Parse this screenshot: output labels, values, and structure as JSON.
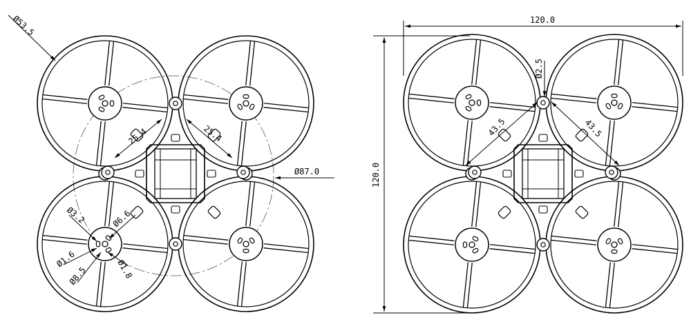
{
  "left_view": {
    "dim_prop_guard": "Ø53.5",
    "dim_frame_circle": "Ø87.0",
    "dim_arm_left": "25.4",
    "dim_arm_right": "25.4",
    "dim_d32": "Ø3.2",
    "dim_d66": "Ø6.6",
    "dim_d16": "Ø1.6",
    "dim_d85": "Ø8.5",
    "dim_d18": "Ø1.8"
  },
  "right_view": {
    "dim_width": "120.0",
    "dim_height": "120.0",
    "dim_hole": "Ø2.5",
    "dim_diag_left": "43.5",
    "dim_diag_right": "43.5"
  },
  "colors": {
    "line": "#000000",
    "background": "#ffffff",
    "dash": "#777777"
  }
}
